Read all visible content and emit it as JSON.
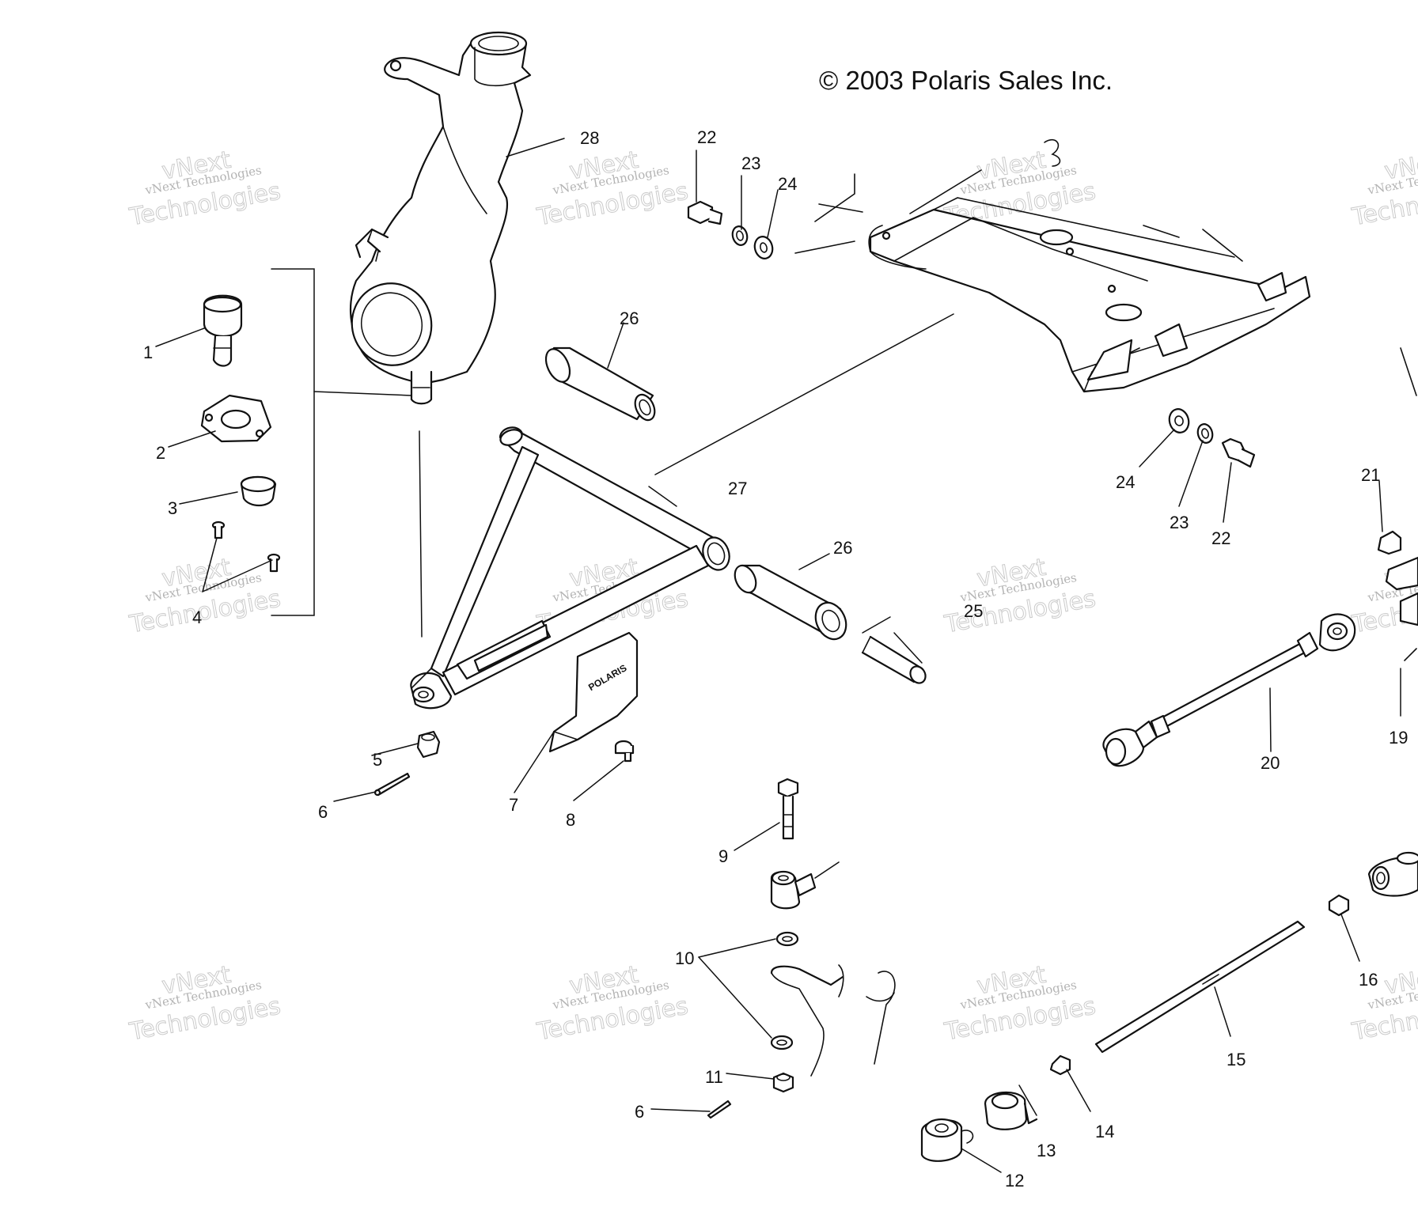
{
  "copyright": "© 2003 Polaris Sales Inc.",
  "watermark": {
    "line1": "vNext",
    "line2": "vNext Technologies",
    "line3": "Technologies"
  },
  "decal_text": "POLARIS",
  "callouts": {
    "c1": "1",
    "c2": "2",
    "c3": "3",
    "c4": "4",
    "c5": "5",
    "c6a": "6",
    "c6b": "6",
    "c7": "7",
    "c8": "8",
    "c9": "9",
    "c10": "10",
    "c11": "11",
    "c12": "12",
    "c13": "13",
    "c14": "14",
    "c15": "15",
    "c16": "16",
    "c19": "19",
    "c20": "20",
    "c21": "21",
    "c22a": "22",
    "c22b": "22",
    "c23a": "23",
    "c23b": "23",
    "c24a": "24",
    "c24b": "24",
    "c25": "25",
    "c26a": "26",
    "c26b": "26",
    "c27": "27",
    "c28": "28"
  },
  "colors": {
    "ink": "#111111",
    "watermark": "#9a9a9a",
    "background": "#ffffff"
  }
}
